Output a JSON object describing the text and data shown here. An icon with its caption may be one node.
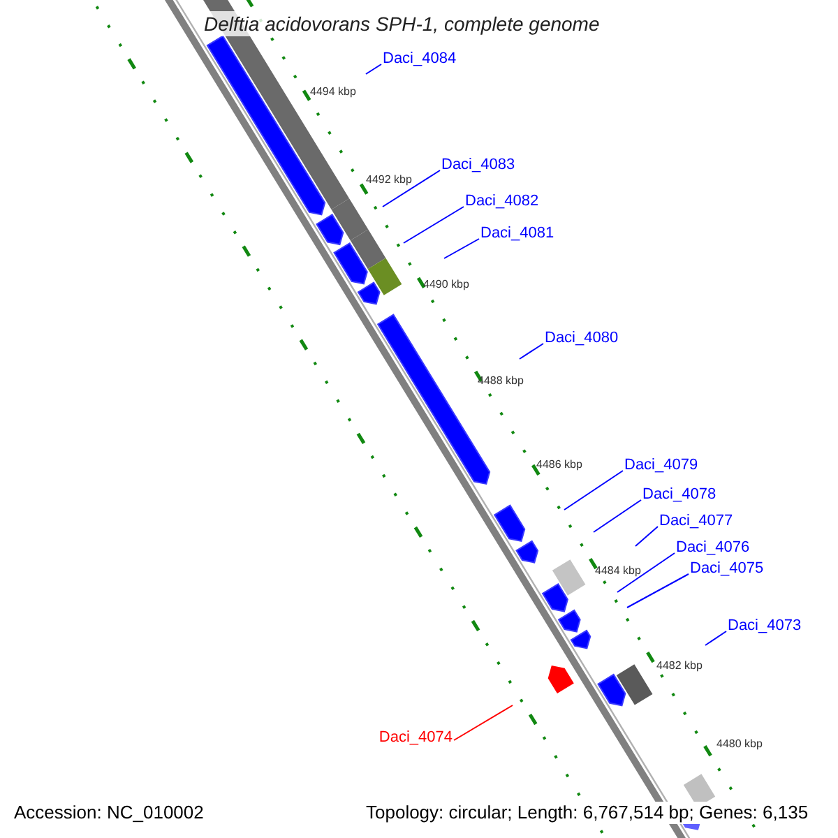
{
  "diagram": {
    "title": "Delftia acidovorans SPH-1, complete genome",
    "nodes": [
      {
        "text": [
          "Daci_4084"
        ]
      },
      {
        "text": [
          "Daci_4083"
        ]
      },
      {
        "text": [
          "Daci_4082"
        ]
      },
      {
        "text": [
          "Daci_4081"
        ]
      },
      {
        "text": [
          "Daci_4080"
        ]
      },
      {
        "text": [
          "Daci_4079"
        ]
      },
      {
        "text": [
          "Daci_4078"
        ]
      },
      {
        "text": [
          "Daci_4077"
        ]
      },
      {
        "text": [
          "Daci_4076"
        ]
      },
      {
        "text": [
          "Daci_4075"
        ]
      },
      {
        "text": [
          "Daci_4073"
        ]
      },
      {
        "text": [
          "Daci_4074"
        ]
      }
    ],
    "edges": [
      {
        "from": 0,
        "to": null,
        "arrow": "none"
      },
      {
        "from": 1,
        "to": null,
        "arrow": "none"
      },
      {
        "from": 2,
        "to": null,
        "arrow": "none"
      },
      {
        "from": 3,
        "to": null,
        "arrow": "none"
      },
      {
        "from": 4,
        "to": null,
        "arrow": "none"
      },
      {
        "from": 5,
        "to": null,
        "arrow": "none"
      },
      {
        "from": 6,
        "to": null,
        "arrow": "none"
      },
      {
        "from": 7,
        "to": null,
        "arrow": "none"
      },
      {
        "from": 8,
        "to": null,
        "arrow": "none"
      },
      {
        "from": 9,
        "to": null,
        "arrow": "none"
      },
      {
        "from": 10,
        "to": null,
        "arrow": "none"
      },
      {
        "from": 11,
        "to": null,
        "arrow": "none",
        "color": "#ff0000"
      }
    ],
    "labels": [
      "4494 kbp",
      "4492 kbp",
      "4490 kbp",
      "4488 kbp",
      "4486 kbp",
      "4484 kbp",
      "4482 kbp",
      "4480 kbp",
      "Accession: NC_010002",
      "Topology: circular; Length: 6,767,514 bp; Genes: 6,135"
    ]
  }
}
